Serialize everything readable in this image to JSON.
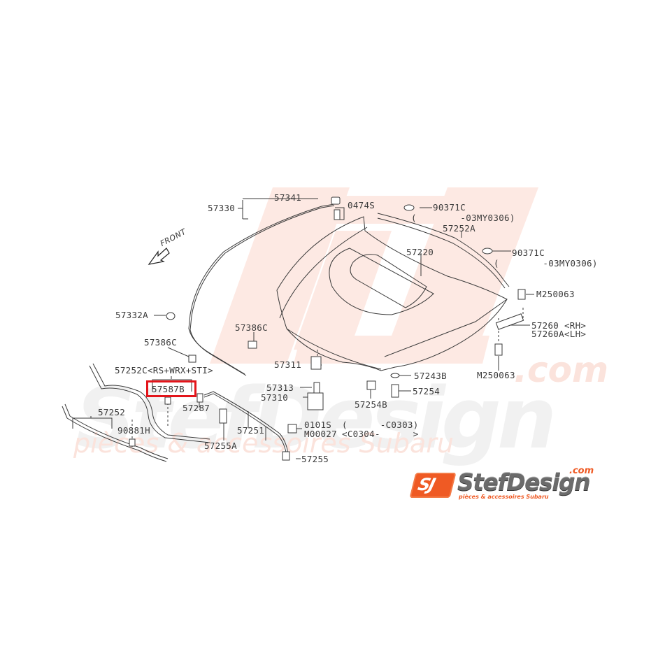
{
  "diagram": {
    "title": "Subaru hood (bonnet) parts diagram",
    "front_indicator": "FRONT",
    "highlighted_part": "57587B",
    "highlight_color": "#e3151b",
    "parts": [
      {
        "id": "57341",
        "label": "57341"
      },
      {
        "id": "57330",
        "label": "57330"
      },
      {
        "id": "0474S",
        "label": "0474S"
      },
      {
        "id": "90371C_a",
        "label": "90371C",
        "note": "(        -03MY0306)"
      },
      {
        "id": "57252A",
        "label": "57252A"
      },
      {
        "id": "57220",
        "label": "57220"
      },
      {
        "id": "90371C_b",
        "label": "90371C",
        "note": "(        -03MY0306)"
      },
      {
        "id": "M250063_a",
        "label": "M250063"
      },
      {
        "id": "57260",
        "label": "57260 <RH>"
      },
      {
        "id": "57260A",
        "label": "57260A<LH>"
      },
      {
        "id": "M250063_b",
        "label": "M250063"
      },
      {
        "id": "57332A",
        "label": "57332A"
      },
      {
        "id": "57386C_a",
        "label": "57386C"
      },
      {
        "id": "57386C_b",
        "label": "57386C"
      },
      {
        "id": "57252C",
        "label": "57252C<RS+WRX+STI>"
      },
      {
        "id": "57587B",
        "label": "57587B"
      },
      {
        "id": "57287",
        "label": "57287"
      },
      {
        "id": "57252",
        "label": "57252"
      },
      {
        "id": "90881H",
        "label": "90881H"
      },
      {
        "id": "57255A",
        "label": "57255A"
      },
      {
        "id": "57251",
        "label": "57251"
      },
      {
        "id": "57311",
        "label": "57311"
      },
      {
        "id": "57313",
        "label": "57313"
      },
      {
        "id": "57310",
        "label": "57310"
      },
      {
        "id": "0101S",
        "label": "0101S",
        "note": "(      -C0303)"
      },
      {
        "id": "M00027",
        "label": "M00027",
        "note": "<C0304-      >"
      },
      {
        "id": "57255",
        "label": "57255"
      },
      {
        "id": "57243B",
        "label": "57243B"
      },
      {
        "id": "57254",
        "label": "57254"
      },
      {
        "id": "57254B",
        "label": "57254B"
      }
    ]
  },
  "branding": {
    "logo_badge": "SJ",
    "logo_name": "StefDesign",
    "logo_dotcom": ".com",
    "logo_tagline": "pièces & accessoires Subaru",
    "watermark_name": "StefDesign",
    "watermark_tagline": "pièces & accessoires Subaru",
    "watermark_dotcom": ".com",
    "accent_color": "#ef5a24"
  }
}
